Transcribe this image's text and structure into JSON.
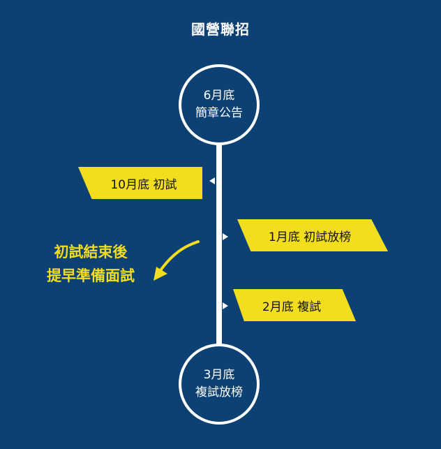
{
  "title": "國營聯招",
  "milestones": {
    "start": {
      "line1": "6月底",
      "line2": "簡章公告"
    },
    "end": {
      "line1": "3月底",
      "line2": "複試放榜"
    }
  },
  "events": {
    "left_1": "10月底 初試",
    "right_1": "1月底 初試放榜",
    "right_2": "2月底 複試"
  },
  "note": {
    "line1": "初試結束後",
    "line2": "提早準備面試"
  },
  "colors": {
    "background": "#0d4173",
    "accent": "#f2dd1f",
    "line": "#ffffff"
  }
}
